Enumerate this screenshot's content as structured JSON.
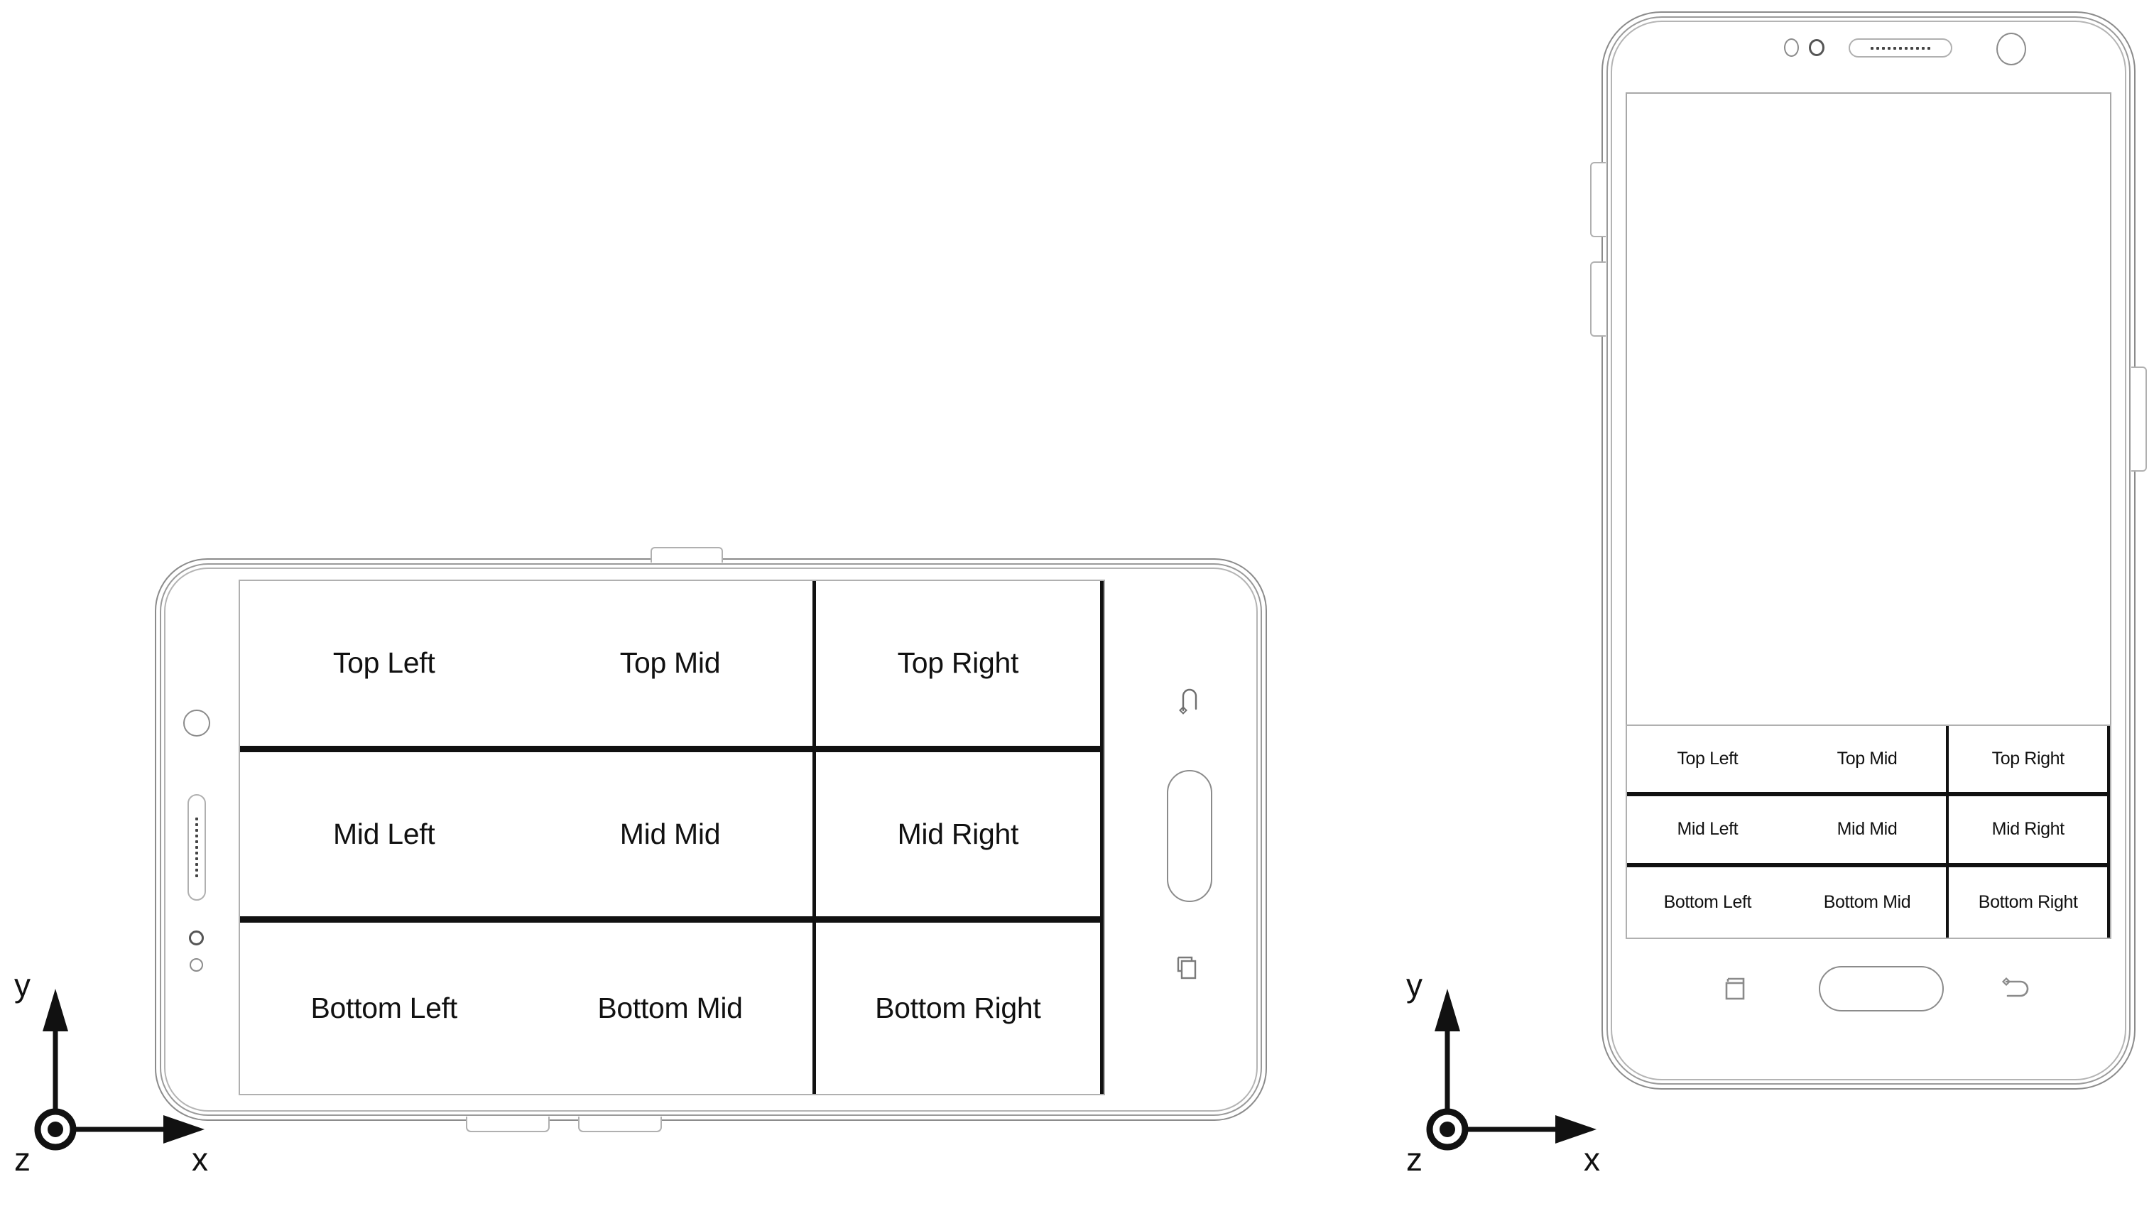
{
  "figure": {
    "grid_labels": [
      [
        "Top Left",
        "Top Mid",
        "Top Right"
      ],
      [
        "Mid Left",
        "Mid Mid",
        "Mid Right"
      ],
      [
        "Bottom Left",
        "Bottom Mid",
        "Bottom Right"
      ]
    ],
    "axis": {
      "x_label": "x",
      "y_label": "y",
      "z_label": "z"
    },
    "colors": {
      "outline": "#8b8b8b",
      "grid_line": "#111111",
      "screen_border": "#a8a8a8",
      "background": "#ffffff"
    }
  },
  "landscape_phone": {
    "orientation": "landscape",
    "hardware": {
      "front_camera": "camera-icon",
      "earpiece_speaker": "speaker-grille-icon",
      "proximity_sensor": "sensor-icon",
      "light_sensor": "light-sensor-icon",
      "power_button": "power-button",
      "volume_up_button": "volume-up-button",
      "volume_down_button": "volume-down-button",
      "home_button": "home-button",
      "back_nav": "back-icon",
      "recents_nav": "recents-icon"
    },
    "grid_labels": [
      [
        "Top Left",
        "Top Mid",
        "Top Right"
      ],
      [
        "Mid Left",
        "Mid Mid",
        "Mid Right"
      ],
      [
        "Bottom Left",
        "Bottom Mid",
        "Bottom Right"
      ]
    ],
    "axis": {
      "x_label": "x",
      "y_label": "y",
      "z_label": "z"
    }
  },
  "portrait_phone": {
    "orientation": "portrait",
    "hardware": {
      "front_camera": "camera-icon",
      "earpiece_speaker": "speaker-grille-icon",
      "proximity_sensor": "sensor-icon",
      "light_sensor": "light-sensor-icon",
      "power_button": "power-button",
      "volume_up_button": "volume-up-button",
      "volume_down_button": "volume-down-button",
      "home_button": "home-button",
      "back_nav": "back-icon",
      "recents_nav": "recents-icon"
    },
    "grid_labels": [
      [
        "Top Left",
        "Top Mid",
        "Top Right"
      ],
      [
        "Mid Left",
        "Mid Mid",
        "Mid Right"
      ],
      [
        "Bottom Left",
        "Bottom Mid",
        "Bottom Right"
      ]
    ],
    "axis": {
      "x_label": "x",
      "y_label": "y",
      "z_label": "z"
    }
  }
}
